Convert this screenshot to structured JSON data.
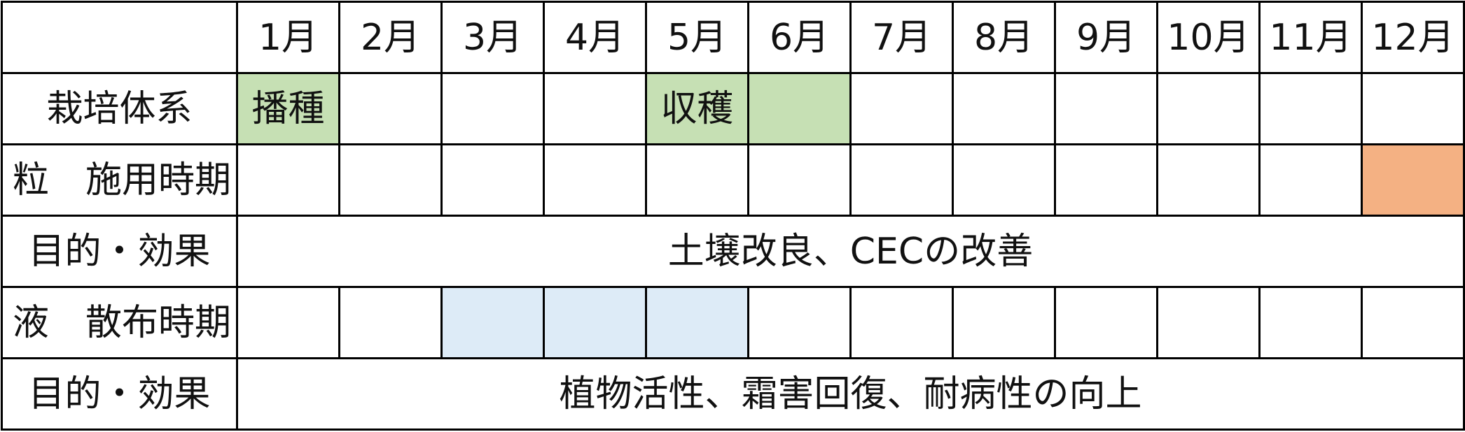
{
  "header": {
    "corner": "",
    "months": [
      "1月",
      "2月",
      "3月",
      "4月",
      "5月",
      "6月",
      "7月",
      "8月",
      "9月",
      "10月",
      "11月",
      "12月"
    ]
  },
  "rows": {
    "cultivation": {
      "label": "栽培体系",
      "cells": [
        "播種",
        "",
        "",
        "",
        "収穫",
        "",
        "",
        "",
        "",
        "",
        "",
        ""
      ],
      "highlighted_months": [
        "1月",
        "5月",
        "6月"
      ]
    },
    "granular": {
      "label": "粒　施用時期",
      "highlighted_months": [
        "12月"
      ]
    },
    "granular_purpose": {
      "label": "目的・効果",
      "text": "土壌改良、CECの改善"
    },
    "liquid": {
      "label": "液　散布時期",
      "highlighted_months": [
        "3月",
        "4月",
        "5月"
      ]
    },
    "liquid_purpose": {
      "label": "目的・効果",
      "text": "植物活性、霜害回復、耐病性の向上"
    }
  },
  "colors": {
    "cultivation_fill": "#c6e0b4",
    "granular_fill": "#f4b183",
    "liquid_fill": "#ddebf7",
    "grid_line": "#000000"
  }
}
